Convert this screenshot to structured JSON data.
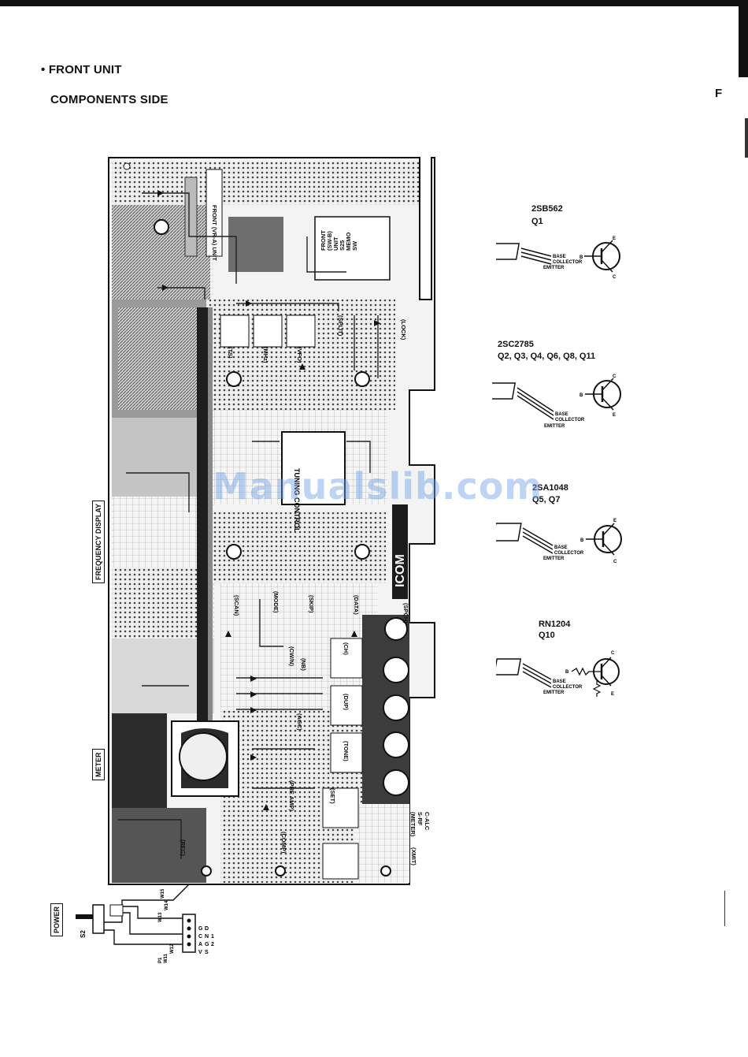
{
  "header": {
    "section_title": "• FRONT UNIT",
    "subsection_title": "COMPONENTS SIDE",
    "page_letter": "F"
  },
  "board": {
    "labels": {
      "frequency_display": "FREQUENCY DISPLAY",
      "meter": "METER",
      "power": "POWER",
      "brand": "ICOM",
      "front_unit_a": "FRONT (VR-A) UNIT",
      "front_unit_b": [
        "FRONT",
        "(SW-B)",
        "UNIT",
        "S25",
        "MEMO",
        "SW"
      ],
      "tuning_ic": "TUNING CONTROL",
      "meter_legend": [
        "(METER)",
        "S-RF",
        "C-ALC"
      ],
      "xmit": "(XMIT)",
      "switch_labels": [
        "(TS)",
        "(MHz)",
        "(VFO)",
        "(SPLIT)",
        "(LOCK)",
        "(SCAN)",
        "(MODE)",
        "(SKIP)",
        "(DATA)",
        "(SPCH)",
        "(CW/N)",
        "(NB)",
        "(CH)",
        "(AGC)",
        "(DUP)",
        "(TONE)",
        "(PRE AMP)",
        "(COMP)",
        "(SET)",
        "(REC)"
      ],
      "connector_pins": [
        "P1",
        "W11",
        "W12",
        "W13",
        "W14",
        "W15"
      ],
      "connector_signals": [
        "V",
        "A",
        "C",
        "G",
        "S",
        "G",
        "N",
        "D",
        "2",
        "1"
      ],
      "power_switch": "S2"
    }
  },
  "components": [
    {
      "part": "2SB562",
      "refs": "Q1",
      "pins": [
        "BASE",
        "COLLECTOR",
        "EMITTER"
      ],
      "terminals": [
        "E",
        "B",
        "C"
      ]
    },
    {
      "part": "2SC2785",
      "refs": "Q2, Q3, Q4, Q6, Q8, Q11",
      "pins": [
        "BASE",
        "COLLECTOR",
        "EMITTER"
      ],
      "terminals": [
        "C",
        "B",
        "E"
      ]
    },
    {
      "part": "2SA1048",
      "refs": "Q5, Q7",
      "pins": [
        "BASE",
        "COLLECTOR",
        "EMITTER"
      ],
      "terminals": [
        "E",
        "B",
        "C"
      ]
    },
    {
      "part": "RN1204",
      "refs": "Q10",
      "pins": [
        "BASE",
        "COLLECTOR",
        "EMITTER"
      ],
      "terminals": [
        "C",
        "B",
        "E"
      ]
    }
  ],
  "watermark": "Manualslib.com"
}
